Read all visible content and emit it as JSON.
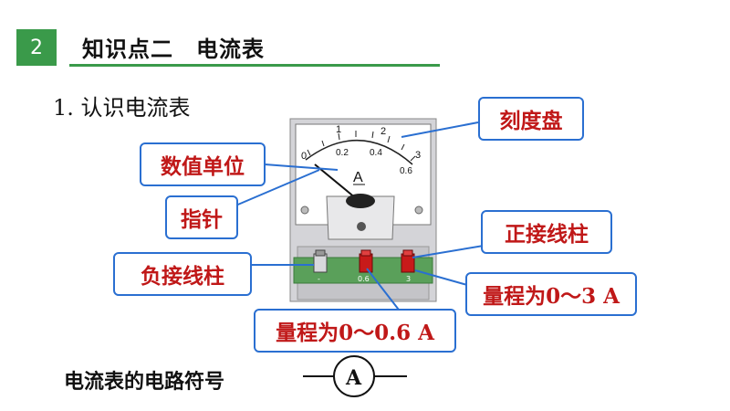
{
  "section": {
    "number": "2",
    "title": "知识点二　电流表"
  },
  "subheading": "1.  认识电流表",
  "meter": {
    "dial_unit": "A",
    "scale_top": [
      "0",
      "1",
      "2",
      "3"
    ],
    "scale_bottom": [
      "0.2",
      "0.4",
      "0.6"
    ],
    "terminal_marks": [
      "-",
      "0.6",
      "3"
    ]
  },
  "callouts": {
    "dial": "刻度盘",
    "unit": "数值单位",
    "pointer": "指针",
    "positive_terminal": "正接线柱",
    "negative_terminal": "负接线柱",
    "range_3": "量程为0～3 A",
    "range_06": "量程为0～0.6 A"
  },
  "symbol": {
    "label": "电流表的电路符号",
    "letter": "A"
  },
  "colors": {
    "accent_green": "#3a9a4a",
    "callout_border": "#2a6fd1",
    "callout_text": "#c01818"
  }
}
